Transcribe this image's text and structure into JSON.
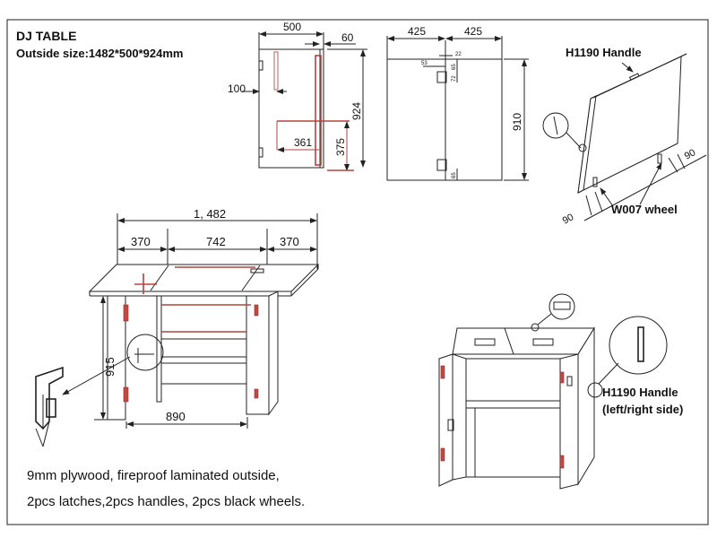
{
  "header": {
    "title": "DJ TABLE",
    "size": "Outside size:1482*500*924mm"
  },
  "side_view": {
    "width": "500",
    "rail": "60",
    "offset": "100",
    "height": "924",
    "shelf_depth": "361",
    "shelf_height": "375"
  },
  "front_view": {
    "left_width": "425",
    "right_width": "425",
    "height": "910",
    "small_dims": [
      "22",
      "53",
      "65",
      "72",
      "65"
    ]
  },
  "panel_view": {
    "handle_label": "H1190 Handle",
    "wheel_label": "W007 wheel",
    "wheel_offset_right": "90",
    "wheel_offset_left": "90"
  },
  "open_view": {
    "total_width": "1, 482",
    "left_wing": "370",
    "center": "742",
    "right_wing": "370",
    "height": "915",
    "inner_width": "890"
  },
  "closed_view": {
    "handle_label": "H1190 Handle",
    "handle_note": "(left/right side)"
  },
  "footer": {
    "line1": "9mm plywood, fireproof laminated outside,",
    "line2": "2pcs latches,2pcs handles, 2pcs black wheels."
  },
  "colors": {
    "accent_red": "#c24a44",
    "line": "#222222"
  }
}
